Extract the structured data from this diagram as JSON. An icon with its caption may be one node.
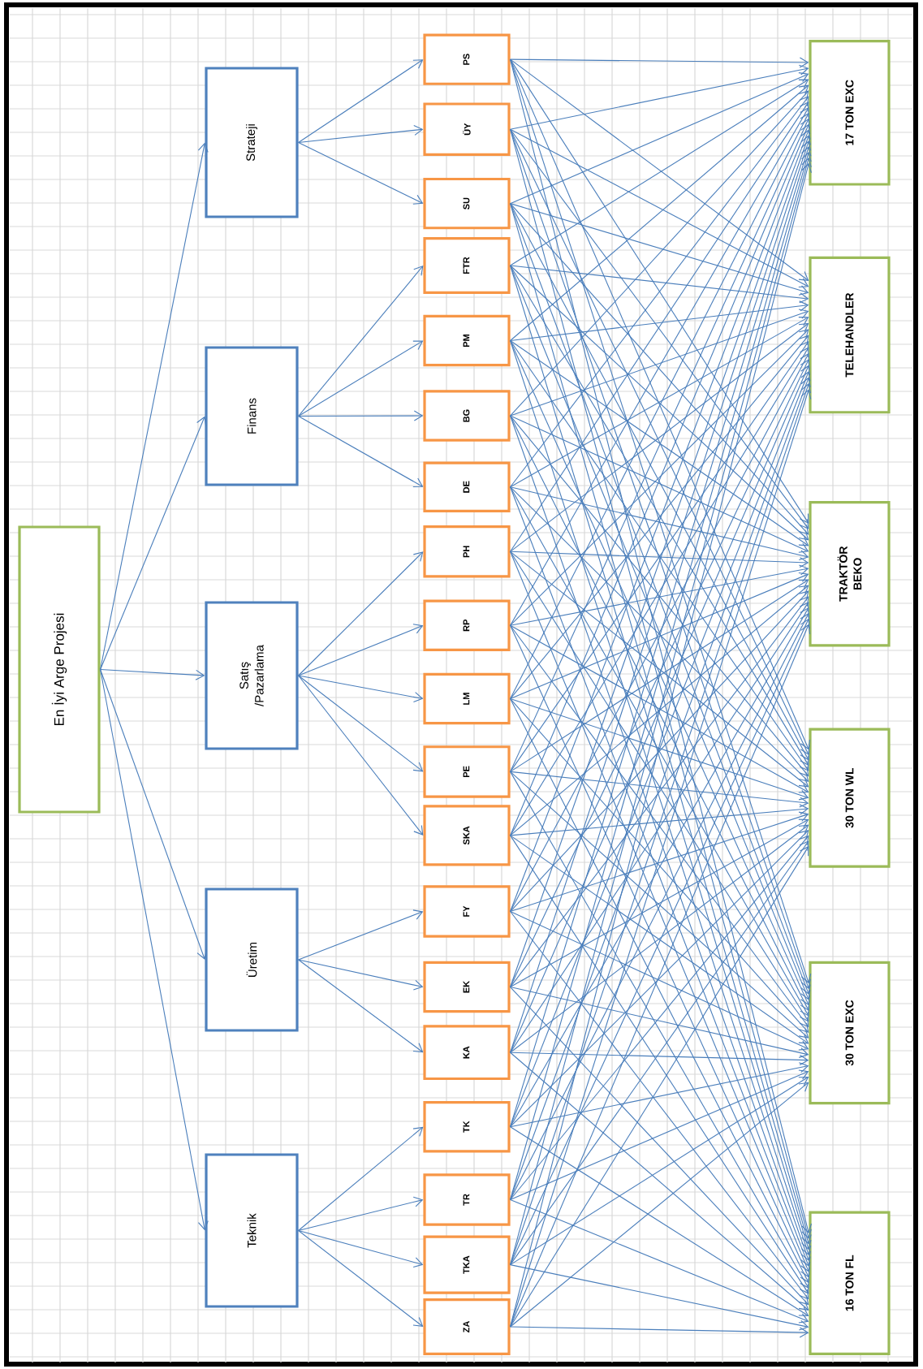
{
  "diagram": {
    "nodes": [
      {
        "text": [
          "En İyi Arge Projesi"
        ]
      },
      {
        "text": [
          "Strateji"
        ]
      },
      {
        "text": [
          "Finans"
        ]
      },
      {
        "text": [
          "Satış /Pazarlama"
        ]
      },
      {
        "text": [
          "Üretim"
        ]
      },
      {
        "text": [
          "Teknik"
        ]
      },
      {
        "text": [
          "PS"
        ]
      },
      {
        "text": [
          "ÜY"
        ]
      },
      {
        "text": [
          "SU"
        ]
      },
      {
        "text": [
          "FTR"
        ]
      },
      {
        "text": [
          "PM"
        ]
      },
      {
        "text": [
          "BG"
        ]
      },
      {
        "text": [
          "DE"
        ]
      },
      {
        "text": [
          "PH"
        ]
      },
      {
        "text": [
          "RP"
        ]
      },
      {
        "text": [
          "LM"
        ]
      },
      {
        "text": [
          "PE"
        ]
      },
      {
        "text": [
          "SKA"
        ]
      },
      {
        "text": [
          "FY"
        ]
      },
      {
        "text": [
          "EK"
        ]
      },
      {
        "text": [
          "KA"
        ]
      },
      {
        "text": [
          "TK"
        ]
      },
      {
        "text": [
          "TR"
        ]
      },
      {
        "text": [
          "TKA"
        ]
      },
      {
        "text": [
          "ZA"
        ]
      },
      {
        "text": [
          "17 TON EXC"
        ]
      },
      {
        "text": [
          "TELEHANDLER"
        ]
      },
      {
        "text": [
          "TRAKTÖR BEKO"
        ]
      },
      {
        "text": [
          "30 TON WL"
        ]
      },
      {
        "text": [
          "30 TON EXC"
        ]
      },
      {
        "text": [
          "16 TON FL"
        ]
      }
    ],
    "edges": [
      {
        "from": 0,
        "to": 1,
        "arrow": "to"
      },
      {
        "from": 0,
        "to": 2,
        "arrow": "to"
      },
      {
        "from": 0,
        "to": 3,
        "arrow": "to"
      },
      {
        "from": 0,
        "to": 4,
        "arrow": "to"
      },
      {
        "from": 0,
        "to": 5,
        "arrow": "to"
      },
      {
        "from": 1,
        "to": 6,
        "arrow": "to"
      },
      {
        "from": 1,
        "to": 7,
        "arrow": "to"
      },
      {
        "from": 1,
        "to": 8,
        "arrow": "to"
      },
      {
        "from": 2,
        "to": 9,
        "arrow": "to"
      },
      {
        "from": 2,
        "to": 10,
        "arrow": "to"
      },
      {
        "from": 2,
        "to": 11,
        "arrow": "to"
      },
      {
        "from": 2,
        "to": 12,
        "arrow": "to"
      },
      {
        "from": 3,
        "to": 13,
        "arrow": "to"
      },
      {
        "from": 3,
        "to": 14,
        "arrow": "to"
      },
      {
        "from": 3,
        "to": 15,
        "arrow": "to"
      },
      {
        "from": 3,
        "to": 16,
        "arrow": "to"
      },
      {
        "from": 3,
        "to": 17,
        "arrow": "to"
      },
      {
        "from": 4,
        "to": 18,
        "arrow": "to"
      },
      {
        "from": 4,
        "to": 19,
        "arrow": "to"
      },
      {
        "from": 4,
        "to": 20,
        "arrow": "to"
      },
      {
        "from": 5,
        "to": 21,
        "arrow": "to"
      },
      {
        "from": 5,
        "to": 22,
        "arrow": "to"
      },
      {
        "from": 5,
        "to": 23,
        "arrow": "to"
      },
      {
        "from": 5,
        "to": 24,
        "arrow": "to"
      },
      {
        "from": 6,
        "to": 25,
        "arrow": "to"
      },
      {
        "from": 6,
        "to": 26,
        "arrow": "to"
      },
      {
        "from": 6,
        "to": 27,
        "arrow": "to"
      },
      {
        "from": 6,
        "to": 28,
        "arrow": "to"
      },
      {
        "from": 6,
        "to": 29,
        "arrow": "to"
      },
      {
        "from": 6,
        "to": 30,
        "arrow": "to"
      },
      {
        "from": 7,
        "to": 25,
        "arrow": "to"
      },
      {
        "from": 7,
        "to": 26,
        "arrow": "to"
      },
      {
        "from": 7,
        "to": 27,
        "arrow": "to"
      },
      {
        "from": 7,
        "to": 28,
        "arrow": "to"
      },
      {
        "from": 7,
        "to": 29,
        "arrow": "to"
      },
      {
        "from": 7,
        "to": 30,
        "arrow": "to"
      },
      {
        "from": 8,
        "to": 25,
        "arrow": "to"
      },
      {
        "from": 8,
        "to": 26,
        "arrow": "to"
      },
      {
        "from": 8,
        "to": 27,
        "arrow": "to"
      },
      {
        "from": 8,
        "to": 28,
        "arrow": "to"
      },
      {
        "from": 8,
        "to": 29,
        "arrow": "to"
      },
      {
        "from": 8,
        "to": 30,
        "arrow": "to"
      },
      {
        "from": 9,
        "to": 25,
        "arrow": "to"
      },
      {
        "from": 9,
        "to": 26,
        "arrow": "to"
      },
      {
        "from": 9,
        "to": 27,
        "arrow": "to"
      },
      {
        "from": 9,
        "to": 28,
        "arrow": "to"
      },
      {
        "from": 9,
        "to": 29,
        "arrow": "to"
      },
      {
        "from": 9,
        "to": 30,
        "arrow": "to"
      },
      {
        "from": 10,
        "to": 25,
        "arrow": "to"
      },
      {
        "from": 10,
        "to": 26,
        "arrow": "to"
      },
      {
        "from": 10,
        "to": 27,
        "arrow": "to"
      },
      {
        "from": 10,
        "to": 28,
        "arrow": "to"
      },
      {
        "from": 10,
        "to": 29,
        "arrow": "to"
      },
      {
        "from": 10,
        "to": 30,
        "arrow": "to"
      },
      {
        "from": 11,
        "to": 25,
        "arrow": "to"
      },
      {
        "from": 11,
        "to": 26,
        "arrow": "to"
      },
      {
        "from": 11,
        "to": 27,
        "arrow": "to"
      },
      {
        "from": 11,
        "to": 28,
        "arrow": "to"
      },
      {
        "from": 11,
        "to": 29,
        "arrow": "to"
      },
      {
        "from": 11,
        "to": 30,
        "arrow": "to"
      },
      {
        "from": 12,
        "to": 25,
        "arrow": "to"
      },
      {
        "from": 12,
        "to": 26,
        "arrow": "to"
      },
      {
        "from": 12,
        "to": 27,
        "arrow": "to"
      },
      {
        "from": 12,
        "to": 28,
        "arrow": "to"
      },
      {
        "from": 12,
        "to": 29,
        "arrow": "to"
      },
      {
        "from": 12,
        "to": 30,
        "arrow": "to"
      },
      {
        "from": 13,
        "to": 25,
        "arrow": "to"
      },
      {
        "from": 13,
        "to": 26,
        "arrow": "to"
      },
      {
        "from": 13,
        "to": 27,
        "arrow": "to"
      },
      {
        "from": 13,
        "to": 28,
        "arrow": "to"
      },
      {
        "from": 13,
        "to": 29,
        "arrow": "to"
      },
      {
        "from": 13,
        "to": 30,
        "arrow": "to"
      },
      {
        "from": 14,
        "to": 25,
        "arrow": "to"
      },
      {
        "from": 14,
        "to": 26,
        "arrow": "to"
      },
      {
        "from": 14,
        "to": 27,
        "arrow": "to"
      },
      {
        "from": 14,
        "to": 28,
        "arrow": "to"
      },
      {
        "from": 14,
        "to": 29,
        "arrow": "to"
      },
      {
        "from": 14,
        "to": 30,
        "arrow": "to"
      },
      {
        "from": 15,
        "to": 25,
        "arrow": "to"
      },
      {
        "from": 15,
        "to": 26,
        "arrow": "to"
      },
      {
        "from": 15,
        "to": 27,
        "arrow": "to"
      },
      {
        "from": 15,
        "to": 28,
        "arrow": "to"
      },
      {
        "from": 15,
        "to": 29,
        "arrow": "to"
      },
      {
        "from": 15,
        "to": 30,
        "arrow": "to"
      },
      {
        "from": 16,
        "to": 25,
        "arrow": "to"
      },
      {
        "from": 16,
        "to": 26,
        "arrow": "to"
      },
      {
        "from": 16,
        "to": 27,
        "arrow": "to"
      },
      {
        "from": 16,
        "to": 28,
        "arrow": "to"
      },
      {
        "from": 16,
        "to": 29,
        "arrow": "to"
      },
      {
        "from": 16,
        "to": 30,
        "arrow": "to"
      },
      {
        "from": 17,
        "to": 25,
        "arrow": "to"
      },
      {
        "from": 17,
        "to": 26,
        "arrow": "to"
      },
      {
        "from": 17,
        "to": 27,
        "arrow": "to"
      },
      {
        "from": 17,
        "to": 28,
        "arrow": "to"
      },
      {
        "from": 17,
        "to": 29,
        "arrow": "to"
      },
      {
        "from": 17,
        "to": 30,
        "arrow": "to"
      },
      {
        "from": 18,
        "to": 25,
        "arrow": "to"
      },
      {
        "from": 18,
        "to": 26,
        "arrow": "to"
      },
      {
        "from": 18,
        "to": 27,
        "arrow": "to"
      },
      {
        "from": 18,
        "to": 28,
        "arrow": "to"
      },
      {
        "from": 18,
        "to": 29,
        "arrow": "to"
      },
      {
        "from": 18,
        "to": 30,
        "arrow": "to"
      },
      {
        "from": 19,
        "to": 25,
        "arrow": "to"
      },
      {
        "from": 19,
        "to": 26,
        "arrow": "to"
      },
      {
        "from": 19,
        "to": 27,
        "arrow": "to"
      },
      {
        "from": 19,
        "to": 28,
        "arrow": "to"
      },
      {
        "from": 19,
        "to": 29,
        "arrow": "to"
      },
      {
        "from": 19,
        "to": 30,
        "arrow": "to"
      },
      {
        "from": 20,
        "to": 25,
        "arrow": "to"
      },
      {
        "from": 20,
        "to": 26,
        "arrow": "to"
      },
      {
        "from": 20,
        "to": 27,
        "arrow": "to"
      },
      {
        "from": 20,
        "to": 28,
        "arrow": "to"
      },
      {
        "from": 20,
        "to": 29,
        "arrow": "to"
      },
      {
        "from": 20,
        "to": 30,
        "arrow": "to"
      },
      {
        "from": 21,
        "to": 25,
        "arrow": "to"
      },
      {
        "from": 21,
        "to": 26,
        "arrow": "to"
      },
      {
        "from": 21,
        "to": 27,
        "arrow": "to"
      },
      {
        "from": 21,
        "to": 28,
        "arrow": "to"
      },
      {
        "from": 21,
        "to": 29,
        "arrow": "to"
      },
      {
        "from": 21,
        "to": 30,
        "arrow": "to"
      },
      {
        "from": 22,
        "to": 25,
        "arrow": "to"
      },
      {
        "from": 22,
        "to": 26,
        "arrow": "to"
      },
      {
        "from": 22,
        "to": 27,
        "arrow": "to"
      },
      {
        "from": 22,
        "to": 28,
        "arrow": "to"
      },
      {
        "from": 22,
        "to": 29,
        "arrow": "to"
      },
      {
        "from": 22,
        "to": 30,
        "arrow": "to"
      },
      {
        "from": 23,
        "to": 25,
        "arrow": "to"
      },
      {
        "from": 23,
        "to": 26,
        "arrow": "to"
      },
      {
        "from": 23,
        "to": 27,
        "arrow": "to"
      },
      {
        "from": 23,
        "to": 28,
        "arrow": "to"
      },
      {
        "from": 23,
        "to": 29,
        "arrow": "to"
      },
      {
        "from": 23,
        "to": 30,
        "arrow": "to"
      },
      {
        "from": 24,
        "to": 25,
        "arrow": "to"
      },
      {
        "from": 24,
        "to": 26,
        "arrow": "to"
      },
      {
        "from": 24,
        "to": 27,
        "arrow": "to"
      },
      {
        "from": 24,
        "to": 28,
        "arrow": "to"
      },
      {
        "from": 24,
        "to": 29,
        "arrow": "to"
      },
      {
        "from": 24,
        "to": 30,
        "arrow": "to"
      }
    ]
  }
}
